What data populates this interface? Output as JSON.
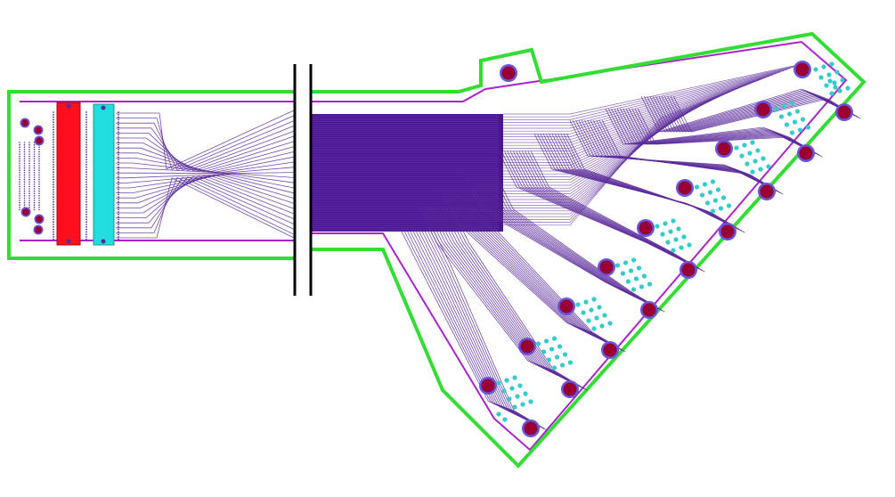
{
  "colors": {
    "background": "#ffffff",
    "board_outline": "#33dd33",
    "inner_outline": "#aa22cc",
    "trace": "#5a2a9a",
    "trace_dense": "#4a1590",
    "connector_red": "#ff0f1e",
    "connector_cyan": "#22dddd",
    "pad_outer": "#6655dd",
    "pad_inner": "#990033",
    "via": "#33cccc",
    "break_lines": "#000000"
  },
  "icons": {
    "pad": "circle-pad",
    "via": "circle-via",
    "connector": "rectangle-connector"
  }
}
